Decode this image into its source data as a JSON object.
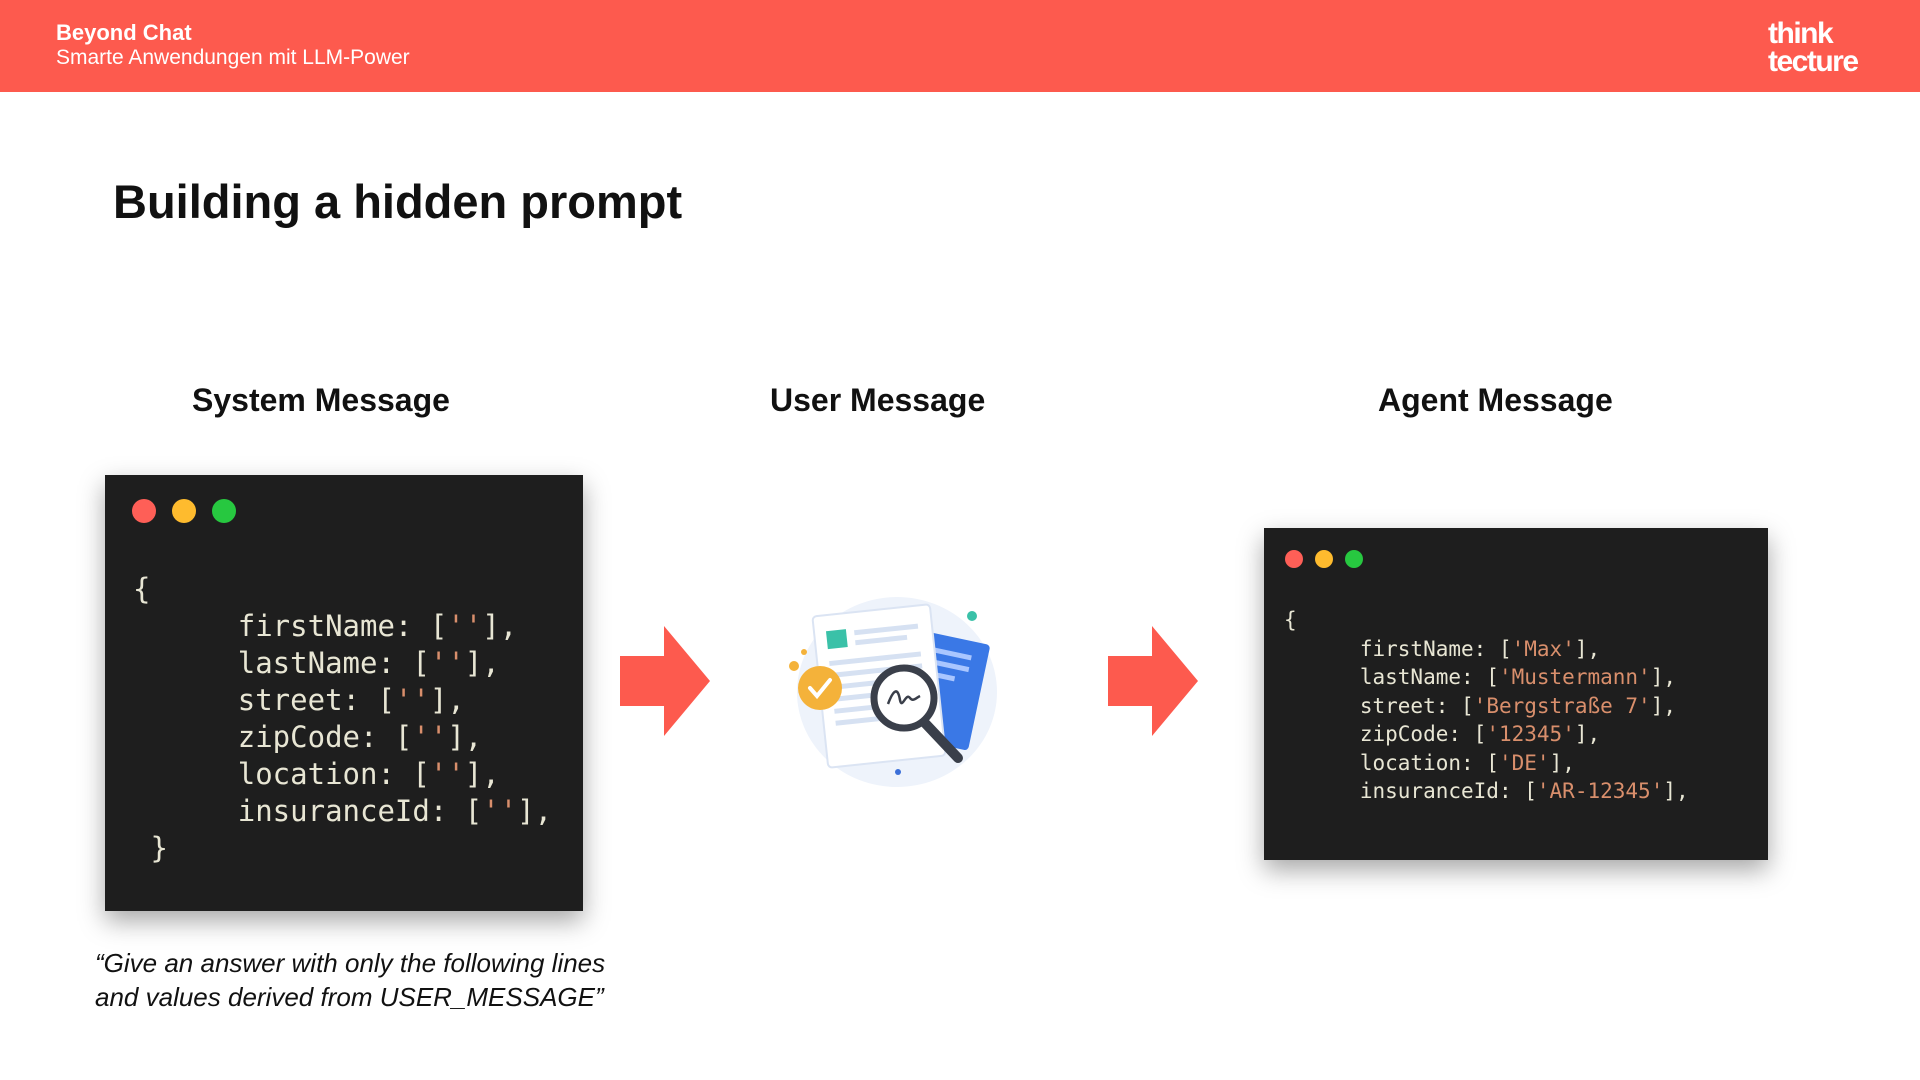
{
  "header": {
    "title": "Beyond Chat",
    "subtitle": "Smarte Anwendungen mit LLM-Power",
    "logo_line1": "think",
    "logo_line2": "tecture"
  },
  "page_title": "Building a hidden prompt",
  "columns": {
    "system": "System Message",
    "user": "User Message",
    "agent": "Agent Message"
  },
  "colors": {
    "accent": "#fd5a4e",
    "terminal_bg": "#1e1e1e",
    "dot_red": "#fe5f57",
    "dot_yellow": "#febb2e",
    "dot_green": "#27c840"
  },
  "system_code": {
    "open": "{",
    "close": "}",
    "fields": [
      {
        "key": "firstName",
        "value": ""
      },
      {
        "key": "lastName",
        "value": ""
      },
      {
        "key": "street",
        "value": ""
      },
      {
        "key": "zipCode",
        "value": ""
      },
      {
        "key": "location",
        "value": ""
      },
      {
        "key": "insuranceId",
        "value": ""
      }
    ]
  },
  "agent_code": {
    "open": "{",
    "fields": [
      {
        "key": "firstName",
        "value": "Max"
      },
      {
        "key": "lastName",
        "value": "Mustermann"
      },
      {
        "key": "street",
        "value": "Bergstraße 7"
      },
      {
        "key": "zipCode",
        "value": "12345"
      },
      {
        "key": "location",
        "value": "DE"
      },
      {
        "key": "insuranceId",
        "value": "AR-12345"
      }
    ]
  },
  "instruction": {
    "line1": "“Give an answer with only the following lines",
    "line2": "and values derived from USER_MESSAGE”"
  },
  "icons": {
    "illustration": "document-magnifier-icon",
    "arrow": "arrow-right-icon"
  }
}
